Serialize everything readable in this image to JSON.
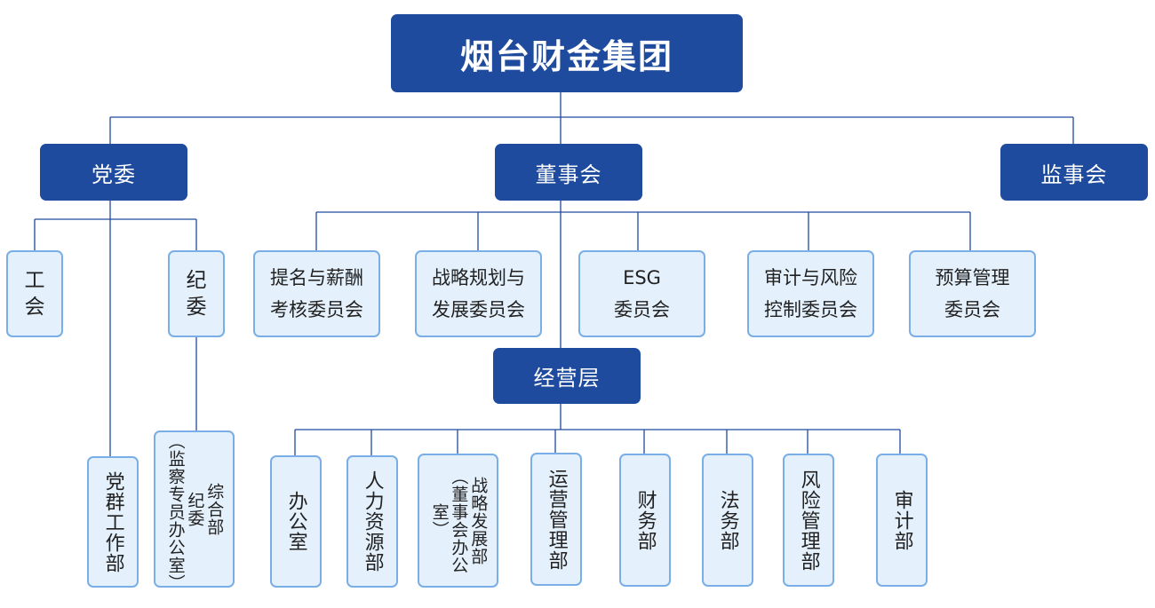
{
  "colors": {
    "dark_box": "#1e4b9e",
    "light_box": "#e4f0fc",
    "light_border": "#7aaee6",
    "line": "#1e4b9e"
  },
  "root": "烟台财金集团",
  "party_committee": "党委",
  "board": "董事会",
  "supervisory_board": "监事会",
  "management": "经营层",
  "party_children": {
    "union": "工\n会",
    "discipline": "纪\n委",
    "party_work": "党群工作部",
    "discipline_office": "综合部\n纪委\n（监察专员办公室）"
  },
  "board_committees": [
    "提名与薪酬\n考核委员会",
    "战略规划与\n发展委员会",
    "ESG\n委员会",
    "审计与风险\n控制委员会",
    "预算管理\n委员会"
  ],
  "departments": [
    "办公室",
    "人力资源部",
    "战略发展部\n（董事会办公室）",
    "运营管理部",
    "财务部",
    "法务部",
    "风险管理部",
    "审计部"
  ]
}
